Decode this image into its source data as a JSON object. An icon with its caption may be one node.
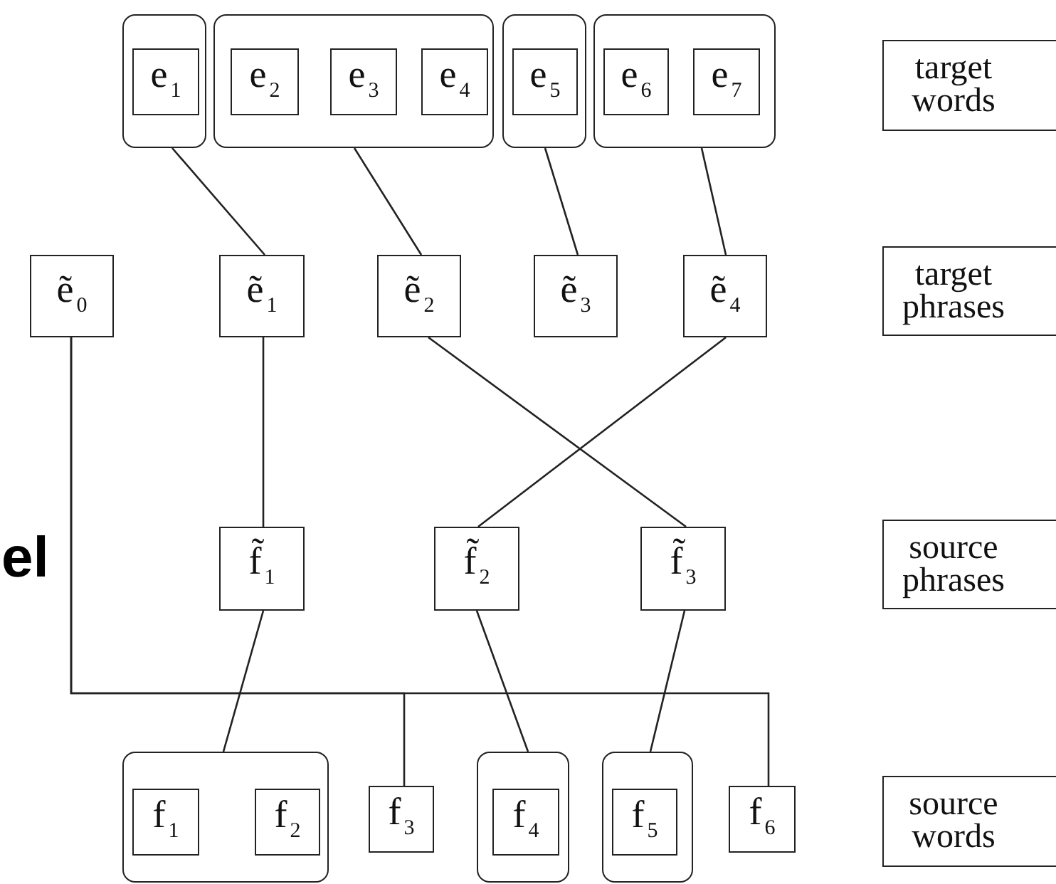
{
  "diagram": {
    "nodes": [
      {
        "text": [],
        "shape": "box"
      },
      {
        "text": [
          "e$_{1}$"
        ],
        "in": 0
      },
      {
        "text": [],
        "shape": "box"
      },
      {
        "text": [
          "e$_{2}$"
        ],
        "in": 2
      },
      {
        "text": [
          "e$_{3}$"
        ],
        "in": 2
      },
      {
        "text": [
          "e$_{4}$"
        ],
        "in": 2
      },
      {
        "text": [],
        "shape": "box"
      },
      {
        "text": [
          "e$_{5}$"
        ],
        "in": 6
      },
      {
        "text": [],
        "shape": "box"
      },
      {
        "text": [
          "e$_{6}$"
        ],
        "in": 8
      },
      {
        "text": [
          "e$_{7}$"
        ],
        "in": 8
      },
      {
        "text": [
          "target words"
        ]
      },
      {
        "text": [
          "ẽ$_{0}$"
        ]
      },
      {
        "text": [
          "ẽ$_{1}$"
        ]
      },
      {
        "text": [
          "ẽ$_{2}$"
        ]
      },
      {
        "text": [
          "ẽ$_{3}$"
        ]
      },
      {
        "text": [
          "ẽ$_{4}$"
        ]
      },
      {
        "text": [
          "target phrases"
        ]
      },
      {
        "text": [
          "f̃$_{1}$"
        ]
      },
      {
        "text": [
          "f̃$_{2}$"
        ]
      },
      {
        "text": [
          "f̃$_{3}$"
        ]
      },
      {
        "text": [
          "source phrases"
        ]
      },
      {
        "text": [],
        "shape": "box"
      },
      {
        "text": [
          "f$_{1}$"
        ],
        "in": 22
      },
      {
        "text": [
          "f$_{2}$"
        ],
        "in": 22
      },
      {
        "text": [
          "f$_{3}$"
        ]
      },
      {
        "text": [],
        "shape": "box"
      },
      {
        "text": [
          "f$_{4}$"
        ],
        "in": 26
      },
      {
        "text": [],
        "shape": "box"
      },
      {
        "text": [
          "f$_{5}$"
        ],
        "in": 28
      },
      {
        "text": [
          "f$_{6}$"
        ]
      },
      {
        "text": [
          "source words"
        ]
      }
    ],
    "edges": [
      {
        "from": 0,
        "to": 13,
        "arrow": "none"
      },
      {
        "from": 2,
        "to": 14,
        "arrow": "none"
      },
      {
        "from": 6,
        "to": 15,
        "arrow": "none"
      },
      {
        "from": 8,
        "to": 16,
        "arrow": "none"
      },
      {
        "from": 13,
        "to": 18,
        "arrow": "none"
      },
      {
        "from": 14,
        "to": 20,
        "arrow": "none"
      },
      {
        "from": 16,
        "to": 19,
        "arrow": "none"
      },
      {
        "from": 18,
        "to": 22,
        "arrow": "none"
      },
      {
        "from": 19,
        "to": 26,
        "arrow": "none"
      },
      {
        "from": 20,
        "to": 28,
        "arrow": "none"
      },
      {
        "from": 12,
        "to": 25,
        "arrow": "none"
      },
      {
        "from": 12,
        "to": 30,
        "arrow": "none"
      }
    ],
    "labels": [
      "el"
    ]
  }
}
